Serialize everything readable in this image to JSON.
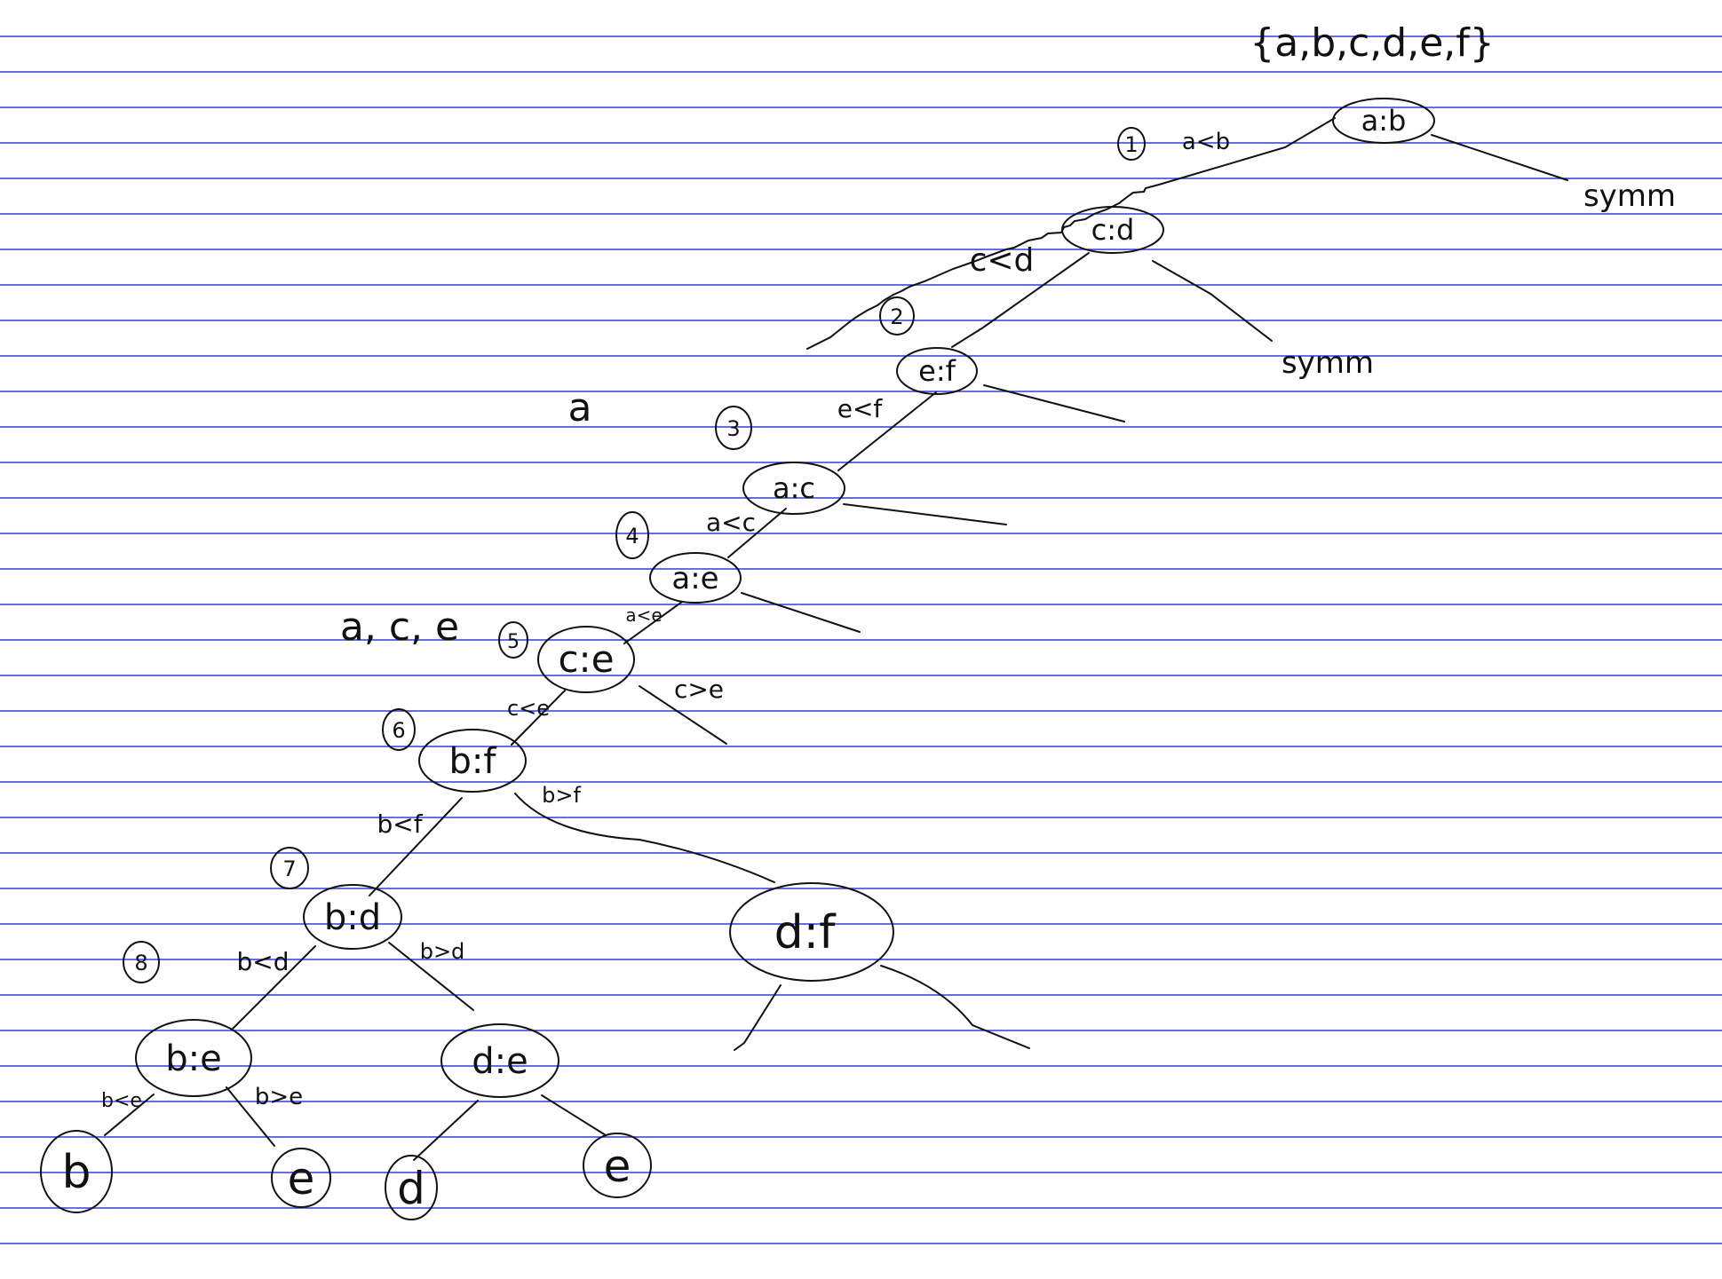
{
  "colors": {
    "paper": "#ffffff",
    "ruled_line": "#3a3ad6",
    "ink": "#111111"
  },
  "header": {
    "set_label": "{a,b,c,d,e,f}"
  },
  "nodes": [
    {
      "id": "n1",
      "label": "a:b"
    },
    {
      "id": "n2",
      "label": "c:d"
    },
    {
      "id": "n3",
      "label": "e:f"
    },
    {
      "id": "n4",
      "label": "a:c"
    },
    {
      "id": "n5",
      "label": "a:e"
    },
    {
      "id": "n6",
      "label": "c:e"
    },
    {
      "id": "n7",
      "label": "b:f"
    },
    {
      "id": "n8",
      "label": "b:d"
    },
    {
      "id": "n9",
      "label": "d:f"
    },
    {
      "id": "n10",
      "label": "b:e"
    },
    {
      "id": "n11",
      "label": "d:e"
    },
    {
      "id": "n12",
      "label": "b"
    },
    {
      "id": "n13",
      "label": "e"
    },
    {
      "id": "n14",
      "label": "d"
    },
    {
      "id": "n15",
      "label": "e"
    }
  ],
  "edge_labels": [
    "a<b",
    "c<d",
    "e<f",
    "a<c",
    "a<e",
    "c<e",
    "c>e",
    "b<f",
    "b>f",
    "b<d",
    "b>d",
    "b<e",
    "b>e"
  ],
  "leaf_labels": [
    "symm",
    "symm"
  ],
  "step_numbers": [
    "1",
    "2",
    "3",
    "4",
    "5",
    "6",
    "7",
    "8"
  ],
  "margin_notes": [
    "a",
    "a, c, e"
  ]
}
